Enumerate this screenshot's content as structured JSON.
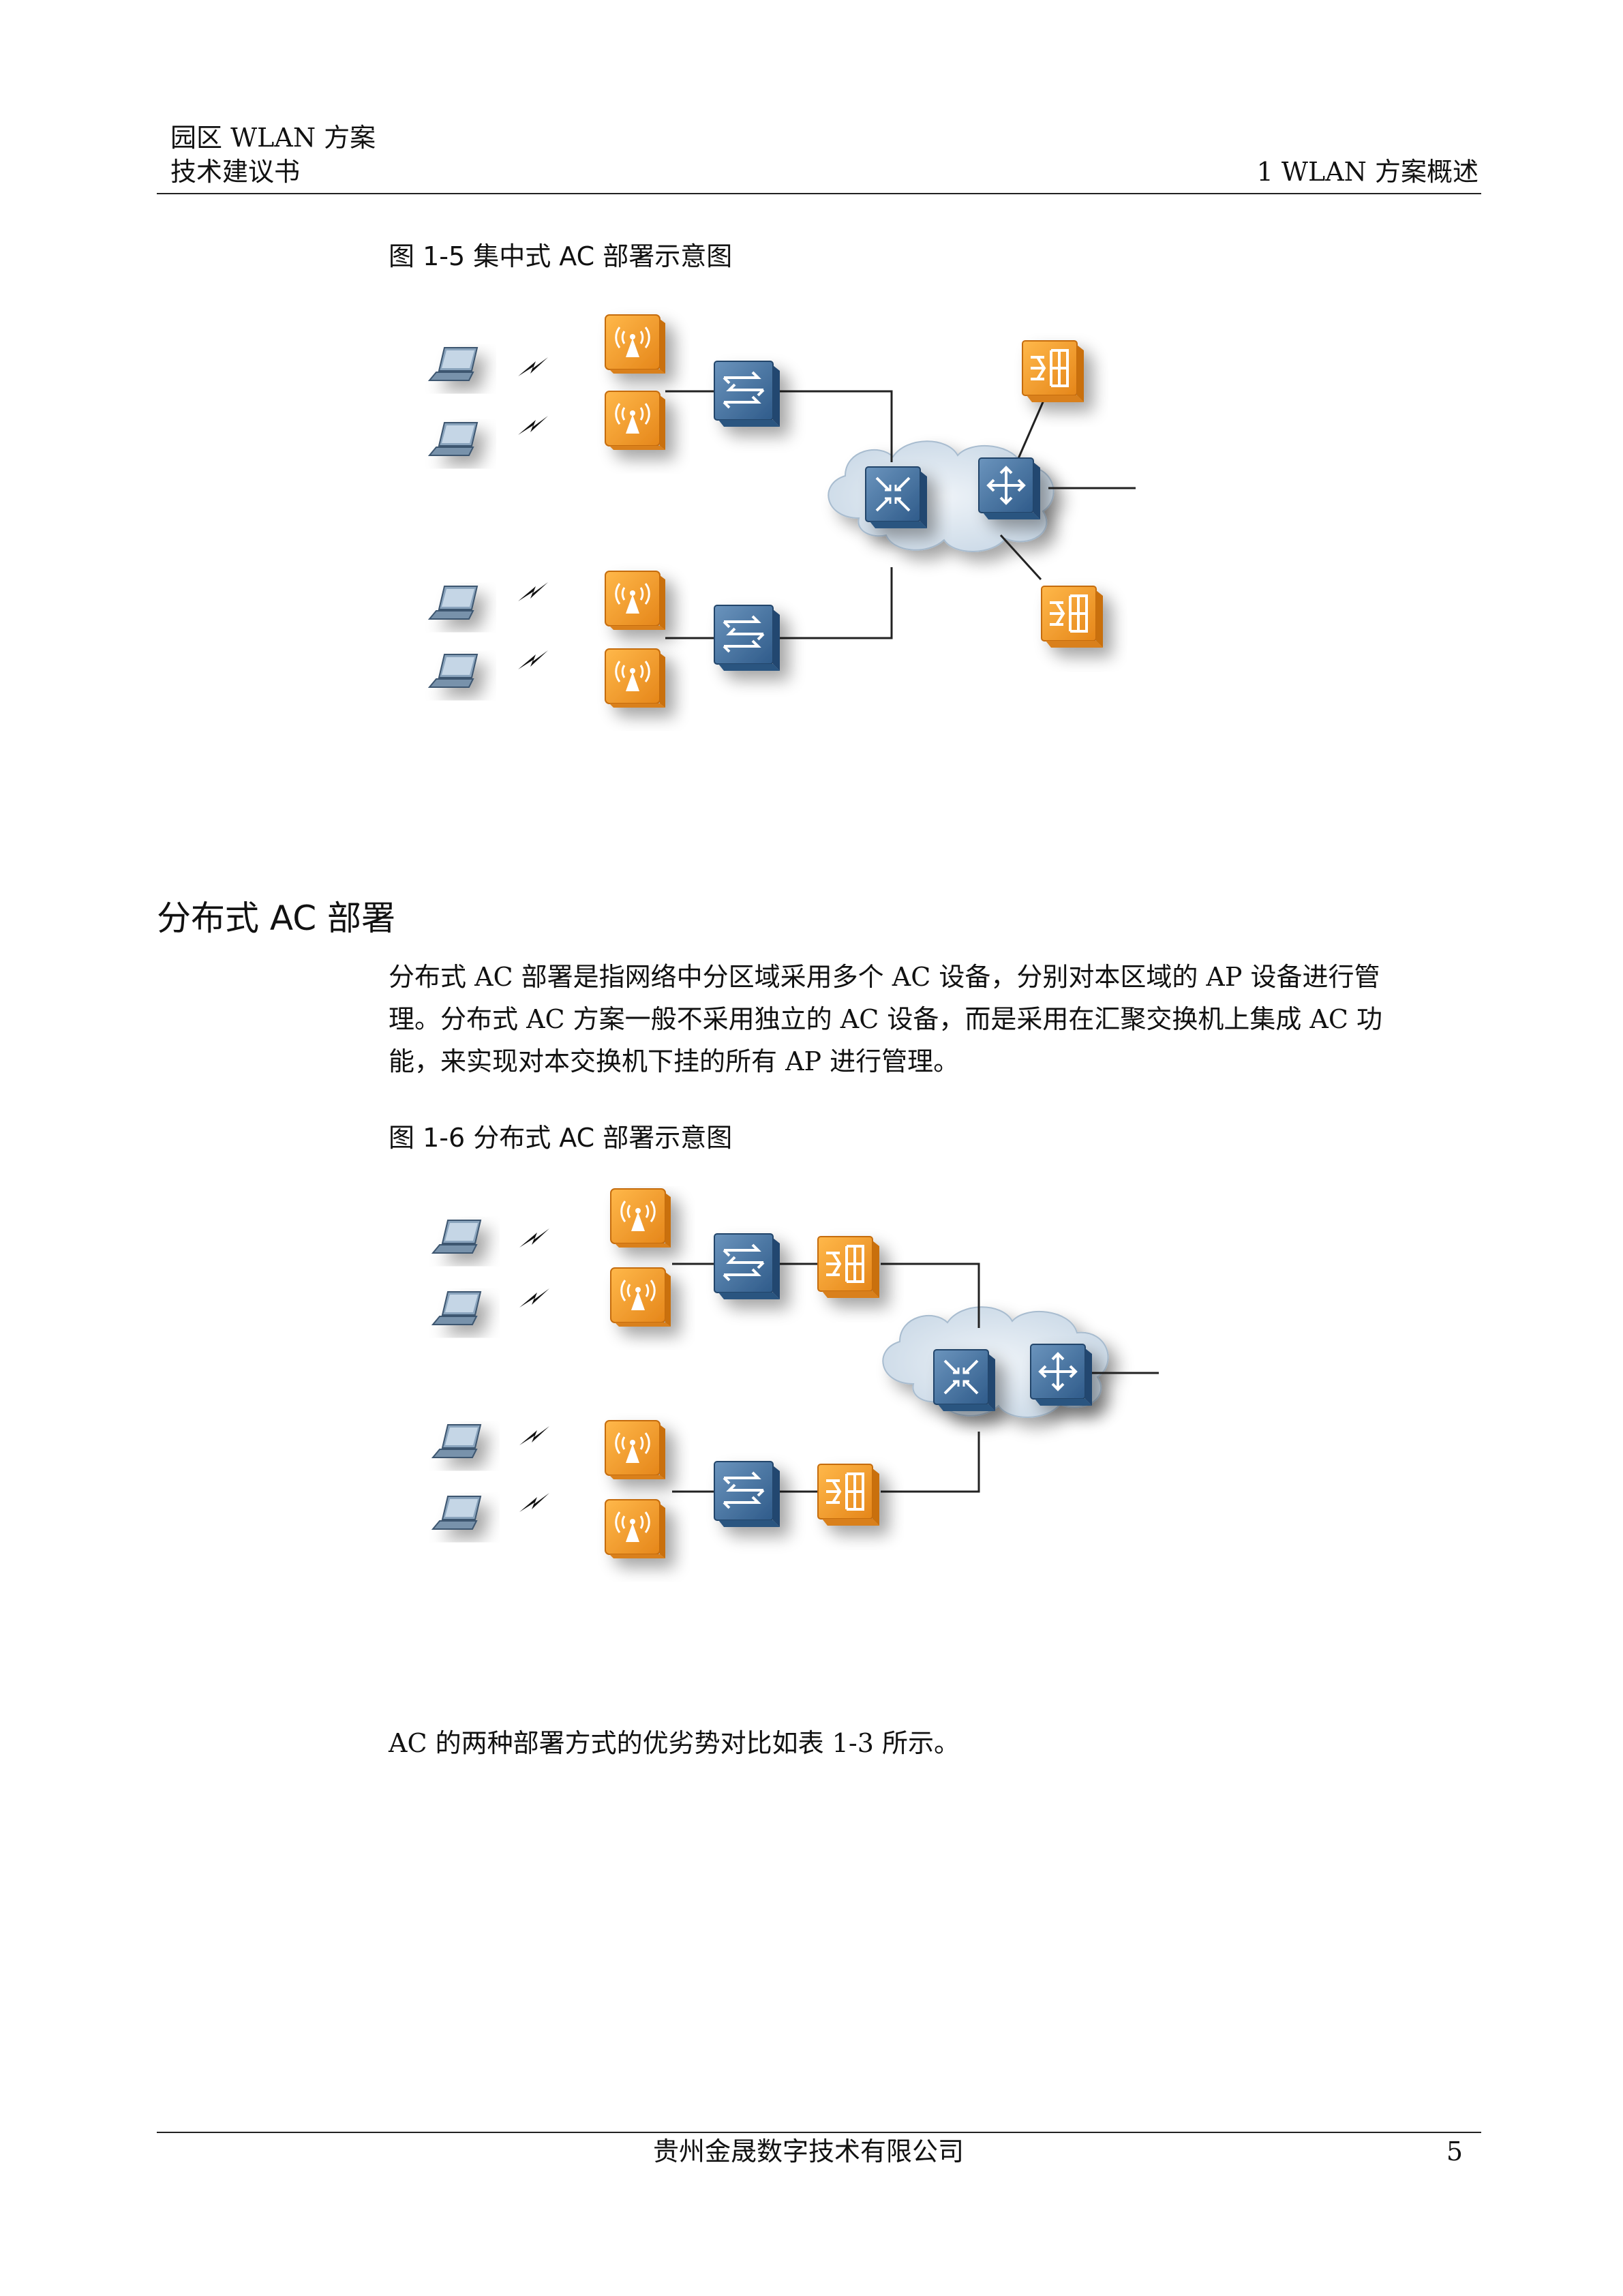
{
  "header": {
    "left_line1": "园区 WLAN 方案",
    "left_line2": "技术建议书",
    "right": "1  WLAN 方案概述"
  },
  "figure1": {
    "caption": "图 1-5  集中式 AC 部署示意图",
    "icons": {
      "laptop": "laptop-icon",
      "wireless_signal": "wireless-signal-icon",
      "access_point": "access-point-icon",
      "switch": "switch-icon",
      "router": "router-icon",
      "core_switch": "core-switch-icon",
      "ac_controller": "ac-controller-icon",
      "cloud": "cloud-icon"
    }
  },
  "section": {
    "title": "分布式 AC 部署",
    "paragraph_lines": [
      "分布式 AC 部署是指网络中分区域采用多个 AC 设备，分别对本区域的 AP 设备进行管",
      "理。分布式 AC 方案一般不采用独立的 AC 设备，而是采用在汇聚交换机上集成 AC 功",
      "能，来实现对本交换机下挂的所有 AP 进行管理。"
    ]
  },
  "figure2": {
    "caption": "图 1-6  分布式 AC 部署示意图"
  },
  "closing_text": "AC 的两种部署方式的优劣势对比如表 1-3 所示。",
  "footer": {
    "company": "贵州金晟数字技术有限公司",
    "page_number": "5"
  },
  "colors": {
    "orange_device": "#f29a1f",
    "blue_device": "#3e6fa0",
    "cloud": "#d8e4ee",
    "line": "#222222"
  }
}
